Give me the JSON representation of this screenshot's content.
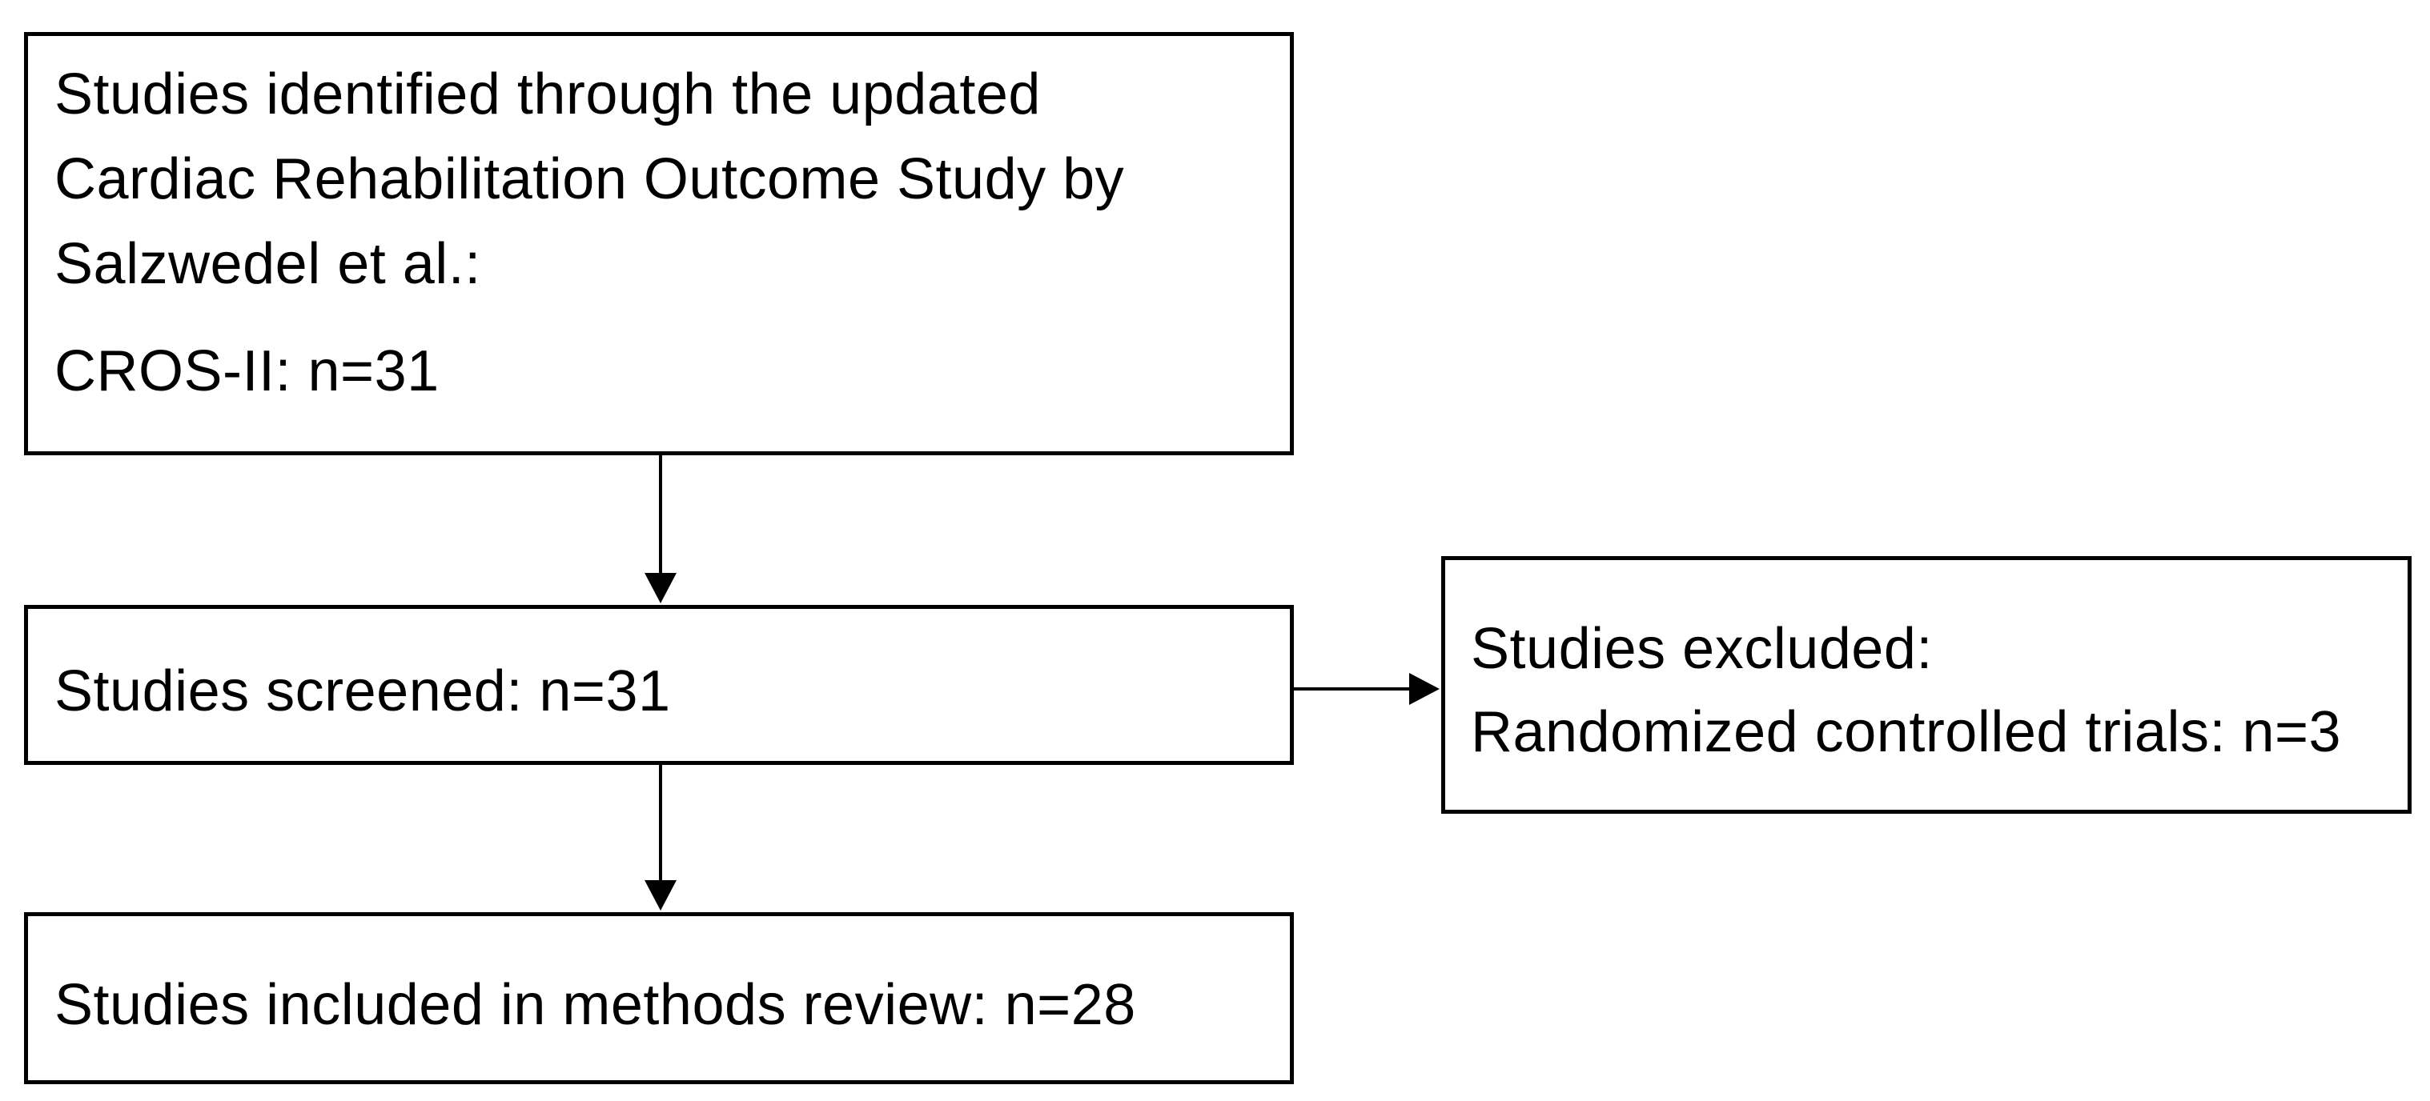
{
  "boxes": {
    "identified": {
      "line1": "Studies identified through the updated",
      "line2": "Cardiac Rehabilitation Outcome Study by",
      "line3": "Salzwedel et al.:",
      "line4": "CROS-II: n=31"
    },
    "screened": {
      "line1": "Studies screened: n=31"
    },
    "excluded": {
      "line1": "Studies excluded:",
      "line2": "Randomized controlled trials: n=3"
    },
    "included": {
      "line1": "Studies included in methods review: n=28"
    }
  }
}
